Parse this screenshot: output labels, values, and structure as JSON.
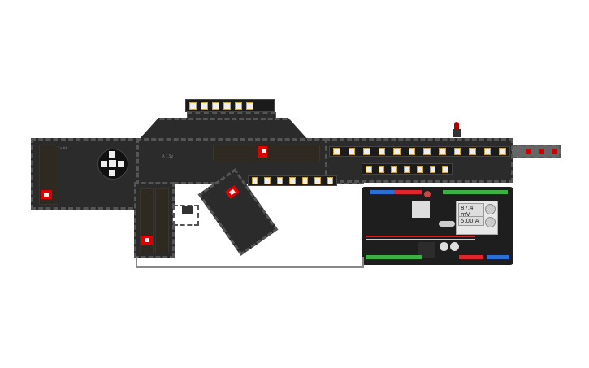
{
  "multimeter": {
    "voltage": "87.4 mV",
    "current": "5.00 A"
  },
  "labels": {
    "battery": "2 x AA",
    "cell": "A 1.5V"
  },
  "colors": {
    "board": "#1e1e1e",
    "switch": "#dd0000",
    "wire_red": "#e02020",
    "wire_gray": "#888888",
    "header_blue": "#2a6fd6",
    "header_green": "#3cb043",
    "header_red": "#e0262c"
  }
}
